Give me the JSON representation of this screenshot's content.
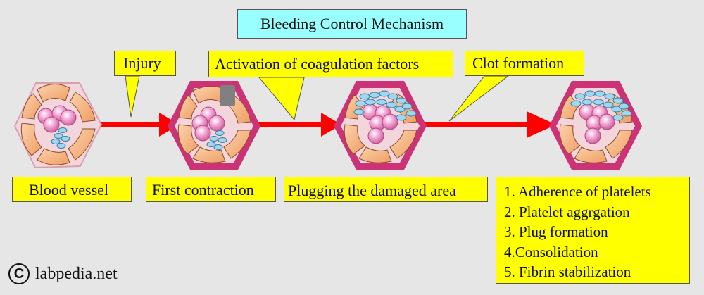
{
  "title": "Bleeding Control Mechanism",
  "callouts": {
    "injury": "Injury",
    "activation": "Activation of coagulation factors",
    "clot": "Clot formation"
  },
  "stages": {
    "vessel": "Blood vessel",
    "contraction": "First contraction",
    "plugging": "Plugging the damaged area"
  },
  "steps": [
    "1. Adherence of platelets",
    "2. Platelet aggrgation",
    "3. Plug formation",
    "4.Consolidation",
    "5. Fibrin stabilization"
  ],
  "watermark": "labpedia.net",
  "colors": {
    "background": "#e6e6e6",
    "label_fill": "#ffff00",
    "title_fill": "#99ffff",
    "arrow": "#ff0000",
    "vessel_wall": "#cc3377",
    "cell_fill": "#f8b888",
    "rbc": "#ee88cc",
    "platelet": "#9ed8f0"
  }
}
